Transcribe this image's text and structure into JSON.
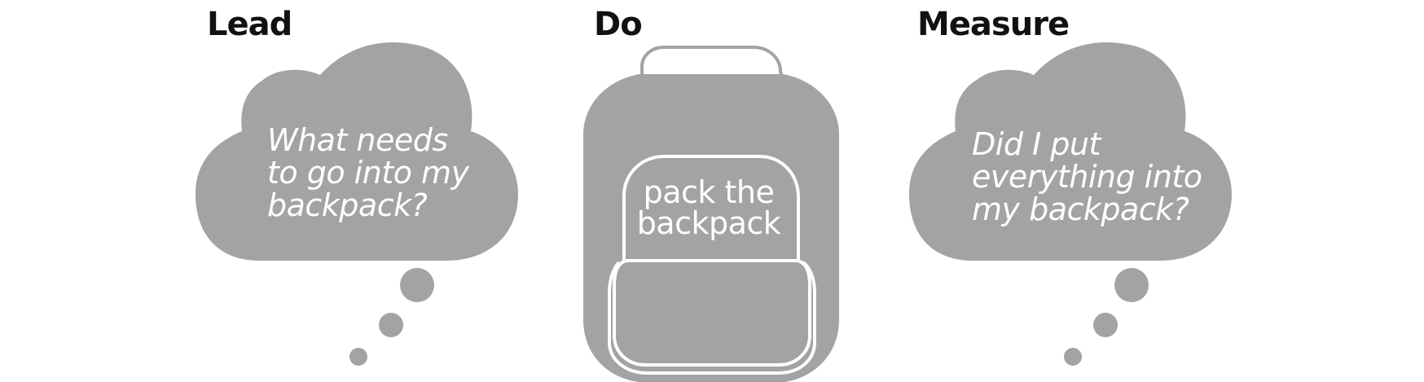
{
  "panels": {
    "lead": {
      "heading": "Lead",
      "lines": [
        "What needs",
        "to go into my",
        "backpack?"
      ]
    },
    "do": {
      "heading": "Do",
      "lines": [
        "pack the",
        "backpack"
      ]
    },
    "measure": {
      "heading": "Measure",
      "lines": [
        "Did I put",
        "everything into",
        "my backpack?"
      ]
    }
  },
  "colors": {
    "shape_fill": "#a3a3a3",
    "outline": "#ffffff",
    "heading_text": "#111111",
    "shape_text": "#ffffff"
  }
}
